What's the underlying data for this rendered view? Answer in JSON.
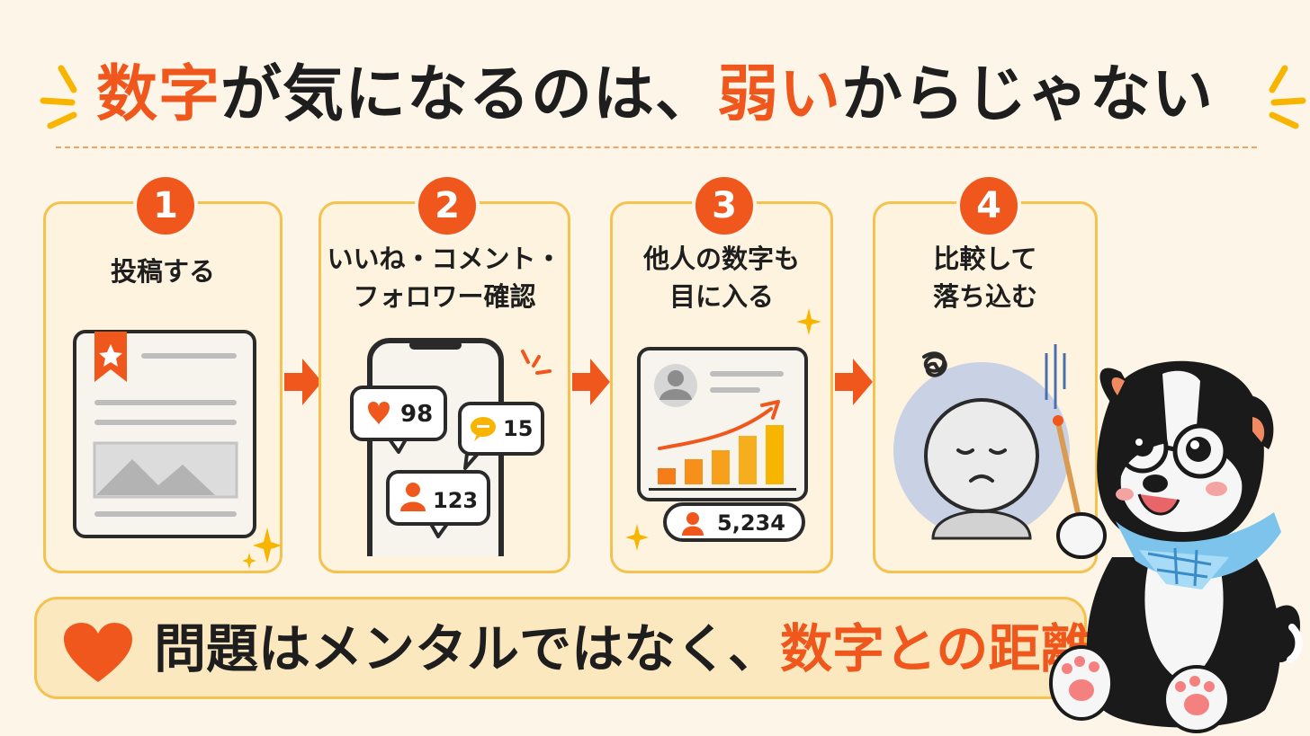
{
  "title": {
    "part1": "数字",
    "part2": "が気になるのは、",
    "part3": "弱い",
    "part4": "からじゃない"
  },
  "steps": [
    {
      "number": "1",
      "line1": "投稿する",
      "line2": ""
    },
    {
      "number": "2",
      "line1": "いいね・コメント・",
      "line2": "フォロワー確認"
    },
    {
      "number": "3",
      "line1": "他人の数字も",
      "line2": "目に入る"
    },
    {
      "number": "4",
      "line1": "比較して",
      "line2": "落ち込む"
    }
  ],
  "phone": {
    "likes": "98",
    "comments": "15",
    "followers": "123"
  },
  "profile": {
    "followers": "5,234"
  },
  "banner": {
    "part1": "問題はメンタルではなく、",
    "part2": "数字との距離"
  },
  "colors": {
    "accent": "#f0571c",
    "border": "#f4c24e",
    "background": "#fdf6e8"
  }
}
